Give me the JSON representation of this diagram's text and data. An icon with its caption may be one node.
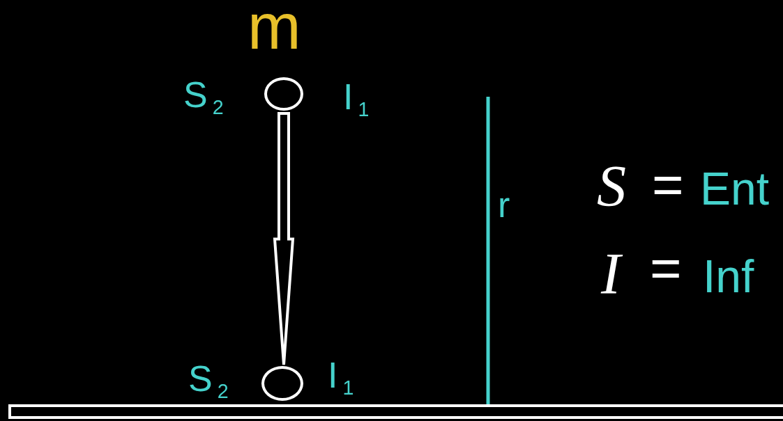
{
  "diagram": {
    "nodes": [
      {
        "text": [],
        "shape": "circle",
        "beside": [
          "m",
          "S$_{2}$",
          "I$_{1}$"
        ]
      },
      {
        "text": [],
        "shape": "circle",
        "beside": [
          "S$_{2}$",
          "I$_{1}$"
        ]
      }
    ],
    "edges": [
      {
        "from": 0,
        "to": 1,
        "arrow": "to"
      }
    ],
    "labels": [
      "r",
      "S",
      "=",
      "Ent",
      "I",
      "=",
      "Inf"
    ]
  }
}
